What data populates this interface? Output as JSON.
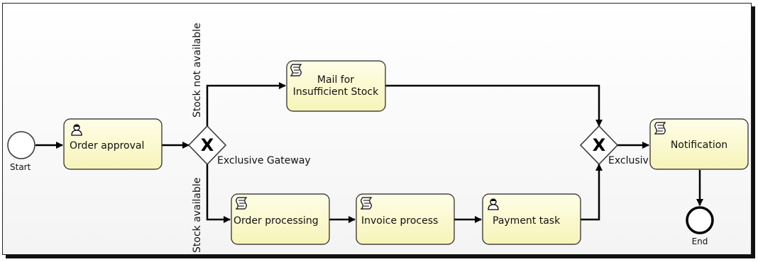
{
  "events": {
    "start_label": "Start",
    "end_label": "End"
  },
  "tasks": {
    "order_approval": "Order approval",
    "mail_line1": "Mail for",
    "mail_line2": "Insufficient Stock",
    "order_processing": "Order processing",
    "invoice_process": "Invoice process",
    "payment_task": "Payment task",
    "notification": "Notification"
  },
  "gateways": {
    "split_label": "Exclusive Gateway",
    "merge_label": "Exclusiv"
  },
  "flows": {
    "stock_not_available": "Stock not available",
    "stock_available": "Stock available"
  },
  "icons": {
    "user_task": "user-icon",
    "script_task": "script-icon",
    "gateway_marker": "x-marker"
  },
  "colors": {
    "task_fill": "#fdfcd6",
    "stroke": "#222222"
  }
}
